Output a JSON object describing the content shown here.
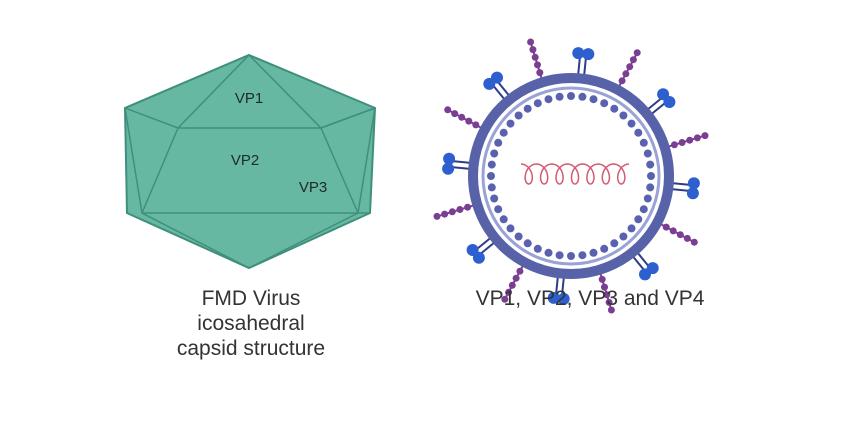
{
  "capsid": {
    "labels": [
      "VP1",
      "VP2",
      "VP3"
    ],
    "caption_lines": [
      "FMD Virus",
      "icosahedral",
      "capsid structure"
    ]
  },
  "virion": {
    "caption": "VP1, VP2, VP3 and VP4",
    "spike_count": 16
  },
  "colors": {
    "capsid_fill": "#67b8a3",
    "capsid_stroke": "#3f8f7c",
    "envelope_ring": "#5862a8",
    "envelope_inner": "#9aa2d8",
    "bead": "#5a62b0",
    "spike_stem": "#2d3d86",
    "spike_knob": "#2d5fcf",
    "spike_bead": "#7a3f92",
    "genome_helix": "#d45a72"
  }
}
